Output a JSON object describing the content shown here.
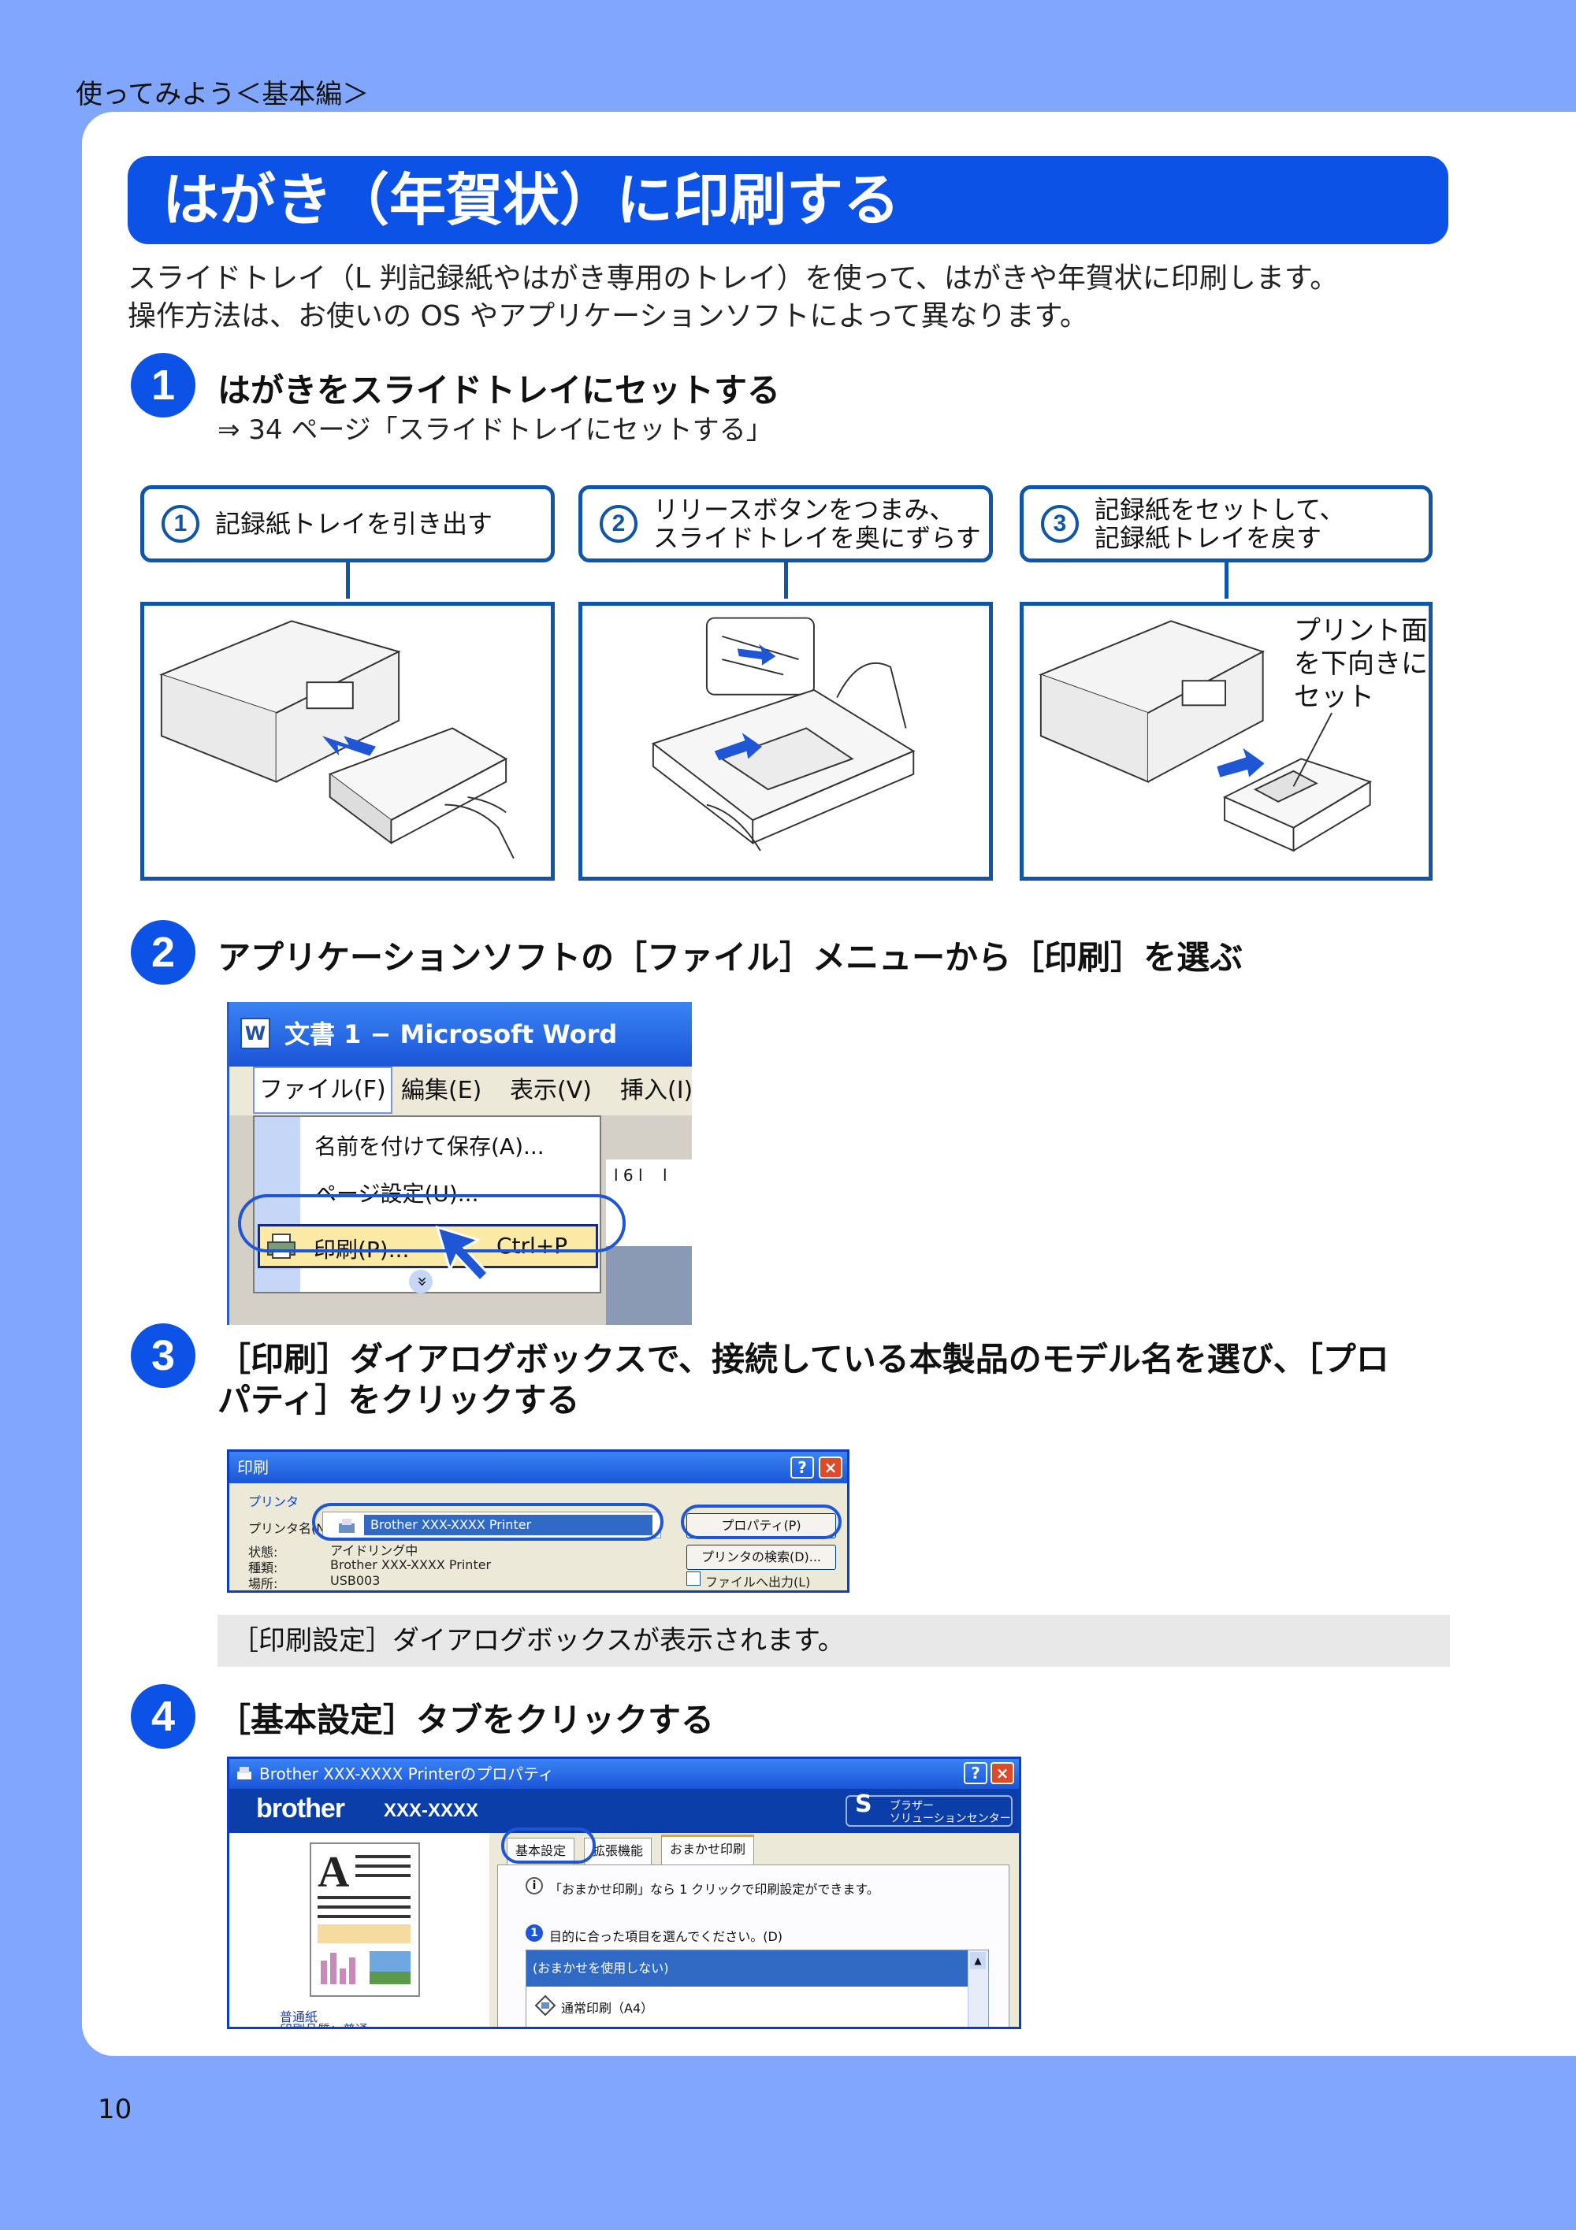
{
  "page": {
    "breadcrumb": "使ってみよう＜基本編＞",
    "title": "はがき（年賀状）に印刷する",
    "intro_lines": [
      "スライドトレイ（L 判記録紙やはがき専用のトレイ）を使って、はがきや年賀状に印刷します。",
      "操作方法は、お使いの OS やアプリケーションソフトによって異なります。"
    ],
    "page_number": "10"
  },
  "colors": {
    "background": "#80a7fd",
    "accent": "#0c52e6",
    "frame": "#0f56a8"
  },
  "steps": [
    {
      "number": "1",
      "title": "はがきをスライドトレイにセットする",
      "reference": "⇒ 34 ページ「スライドトレイにセットする」"
    },
    {
      "number": "2",
      "title": "アプリケーションソフトの［ファイル］メニューから［印刷］を選ぶ"
    },
    {
      "number": "3",
      "title_lines": [
        "［印刷］ダイアログボックスで、接続している本製品のモデル名を選び、［プロ",
        "パティ］をクリックする"
      ],
      "note": "［印刷設定］ダイアログボックスが表示されます。"
    },
    {
      "number": "4",
      "title": "［基本設定］タブをクリックする"
    }
  ],
  "substeps": [
    {
      "number": "1",
      "text": "記録紙トレイを引き出す"
    },
    {
      "number": "2",
      "text": "リリースボタンをつまみ、\nスライドトレイを奥にずらす"
    },
    {
      "number": "3",
      "text": "記録紙をセットして、\n記録紙トレイを戻す"
    }
  ],
  "photo_label": "プリント面\nを下向きに\nセット",
  "word": {
    "title": "文書 1 − Microsoft Word",
    "app_icon": "W",
    "menu": [
      "ファイル(F)",
      "編集(E)",
      "表示(V)",
      "挿入(I)"
    ],
    "dropdown": [
      "名前を付けて保存(A)...",
      "ページ設定(U)...",
      "印刷(P)..."
    ],
    "print_shortcut": "Ctrl+P",
    "expand_glyph": "»",
    "ruler": "l 6 l    l"
  },
  "print_dialog": {
    "title": "印刷",
    "help": "?",
    "close": "×",
    "group": "プリンタ",
    "name_label": "プリンタ名(N):",
    "printer": "Brother XXX-XXXX Printer",
    "rows": [
      {
        "label": "状態:",
        "value": "アイドリング中"
      },
      {
        "label": "種類:",
        "value": "Brother XXX-XXXX Printer"
      },
      {
        "label": "場所:",
        "value": "USB003"
      }
    ],
    "buttons": [
      "プロパティ(P)",
      "プリンタの検索(D)..."
    ],
    "checkbox": "ファイルへ出力(L)"
  },
  "prop_dialog": {
    "title": "Brother XXX-XXXX  Printerのプロパティ",
    "help": "?",
    "close": "×",
    "brand": "brother",
    "model": "XXX-XXXX",
    "solutions": "ブラザー\nソリューションセンター",
    "tabs": [
      "基本設定",
      "拡張機能",
      "おまかせ印刷"
    ],
    "info": "「おまかせ印刷」なら 1 クリックで印刷設定ができます。",
    "instruction": "目的に合った項目を選んでください。(D)",
    "list": [
      "(おまかせを使用しない)",
      "通常印刷（A4）"
    ],
    "paper": "普通紙",
    "quality": "印刷品質：普通"
  }
}
